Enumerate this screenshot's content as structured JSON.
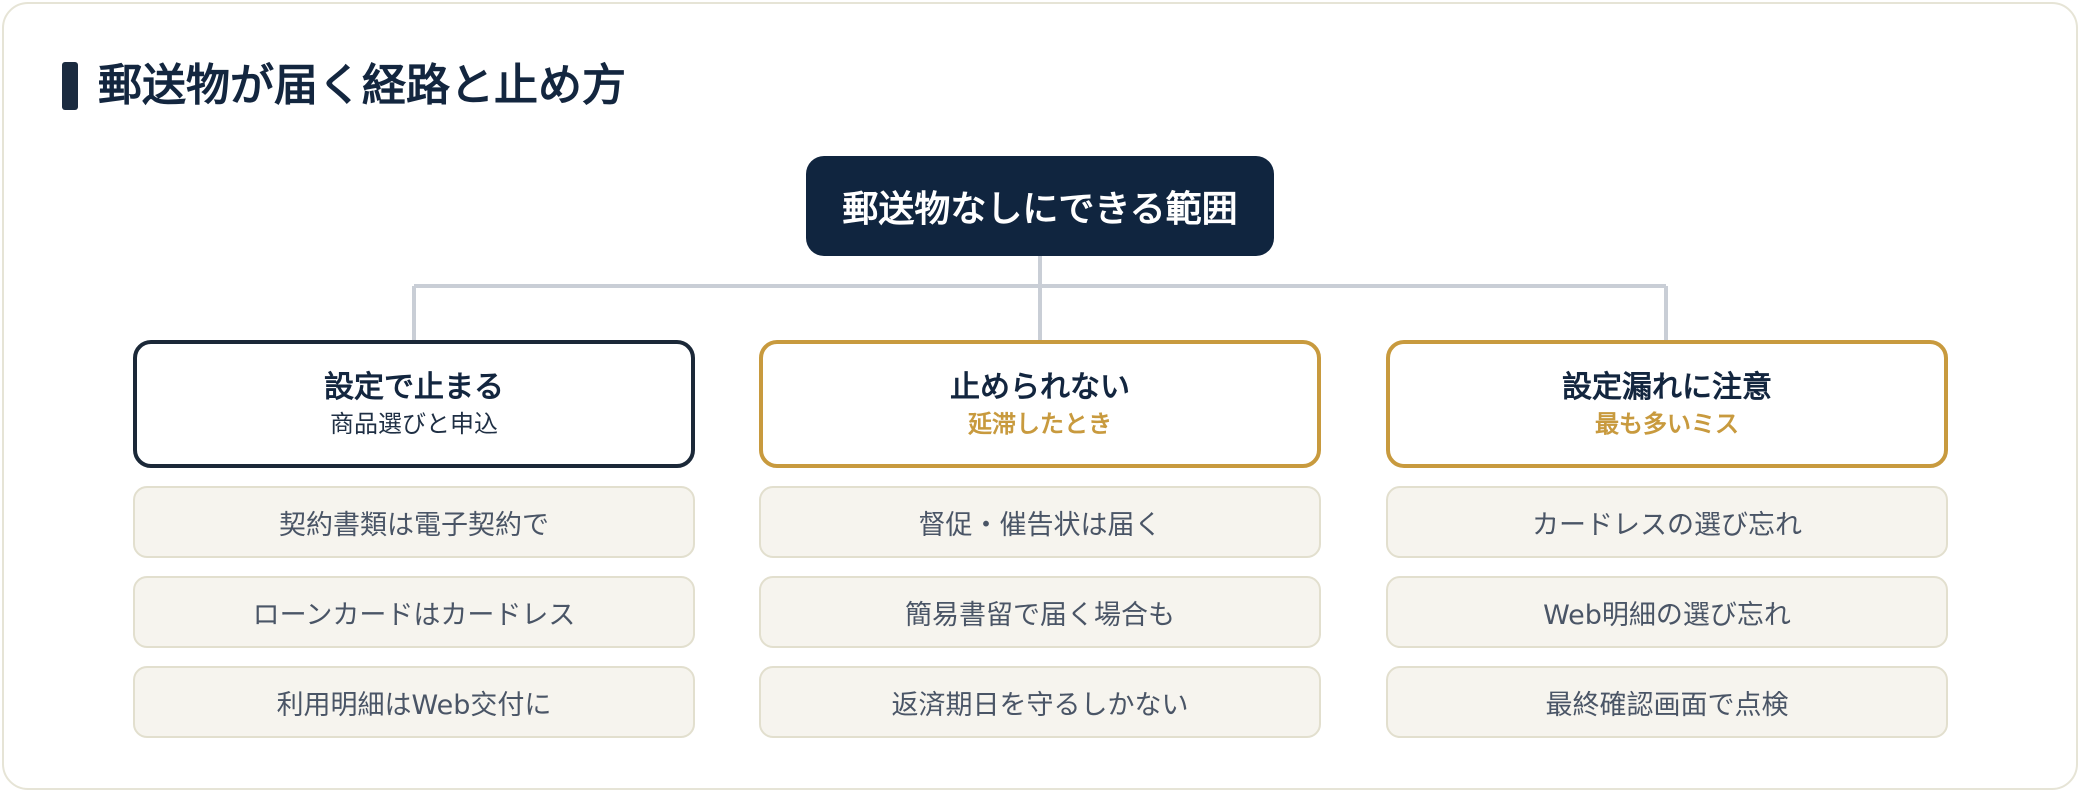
{
  "title": "郵送物が届く経路と止め方",
  "root": "郵送物なしにできる範囲",
  "colors": {
    "navy": "#10253f",
    "gold": "#c89a3e",
    "item_bg": "#f6f4ee",
    "connector": "#c9ced6"
  },
  "columns": [
    {
      "title": "設定で止まる",
      "subtitle": "商品選びと申込",
      "items": [
        "契約書類は電子契約で",
        "ローンカードはカードレス",
        "利用明細はWeb交付に"
      ]
    },
    {
      "title": "止められない",
      "subtitle": "延滞したとき",
      "items": [
        "督促・催告状は届く",
        "簡易書留で届く場合も",
        "返済期日を守るしかない"
      ]
    },
    {
      "title": "設定漏れに注意",
      "subtitle": "最も多いミス",
      "items": [
        "カードレスの選び忘れ",
        "Web明細の選び忘れ",
        "最終確認画面で点検"
      ]
    }
  ]
}
